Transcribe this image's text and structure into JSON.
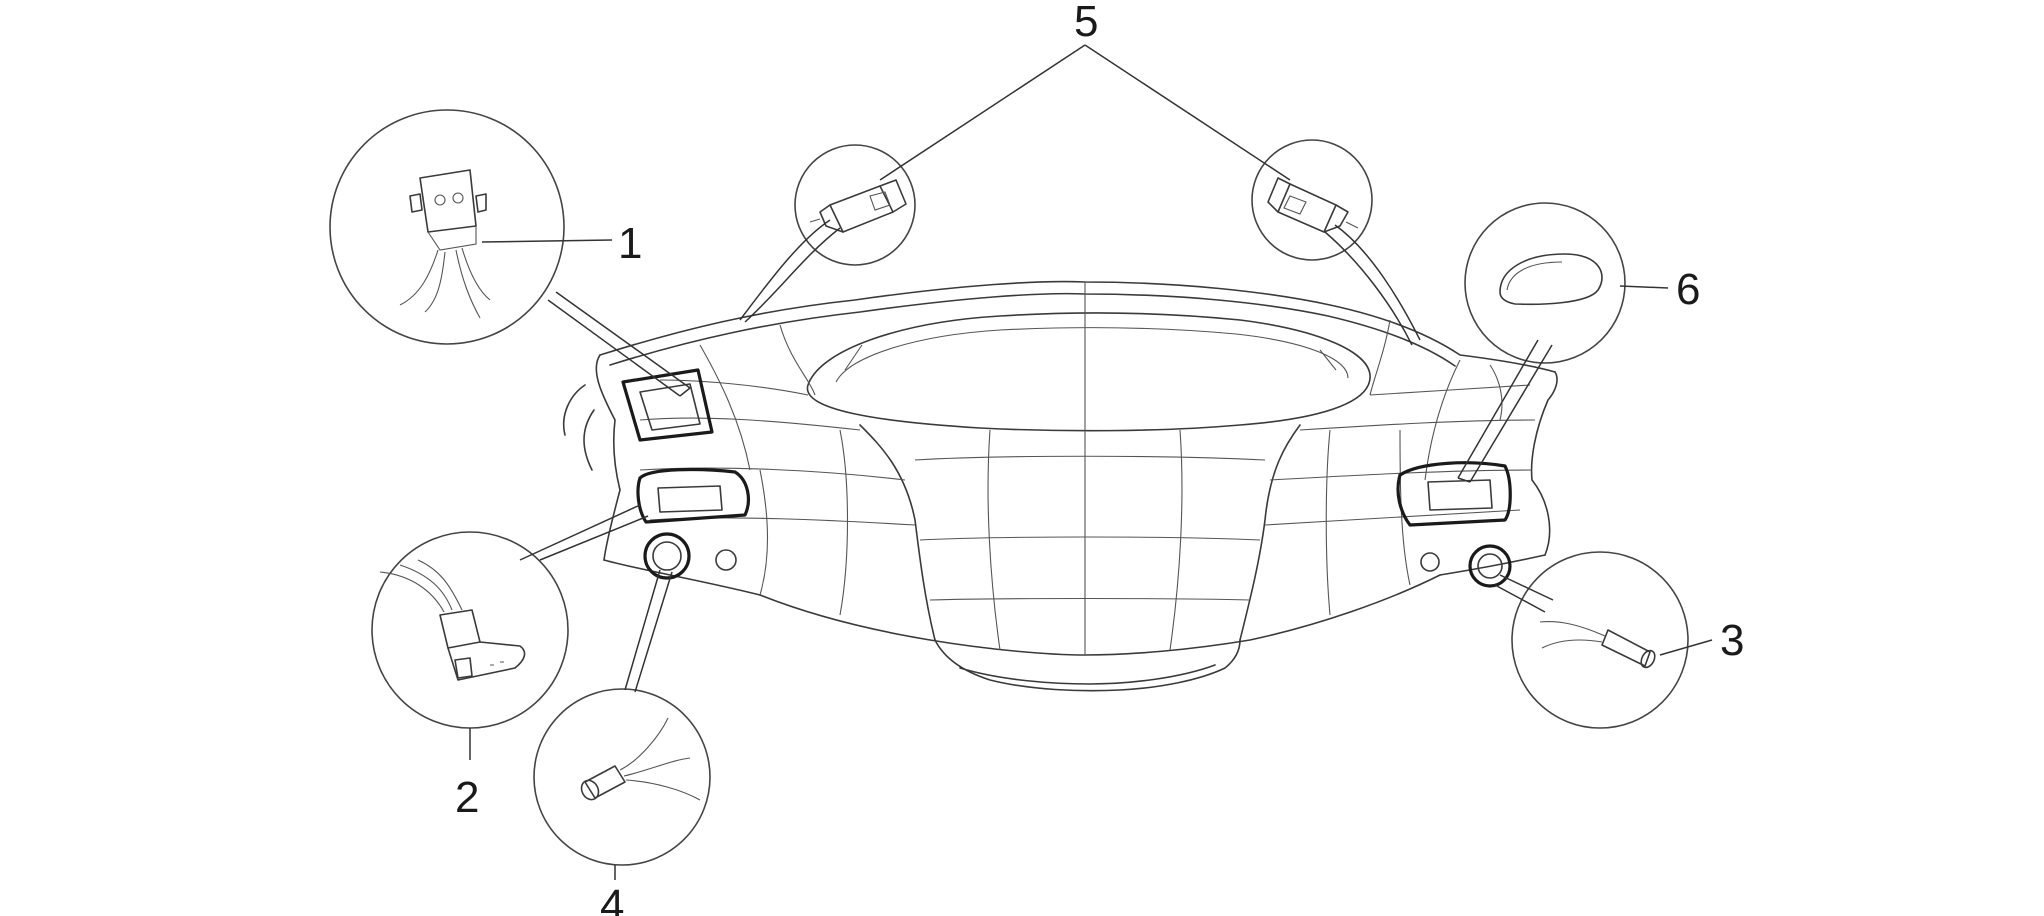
{
  "callouts": [
    {
      "id": "1",
      "label": "1"
    },
    {
      "id": "2",
      "label": "2"
    },
    {
      "id": "3",
      "label": "3"
    },
    {
      "id": "4",
      "label": "4"
    },
    {
      "id": "5",
      "label": "5"
    },
    {
      "id": "6",
      "label": "6"
    }
  ],
  "colors": {
    "line": "#3a3a3a",
    "background": "#ffffff"
  }
}
